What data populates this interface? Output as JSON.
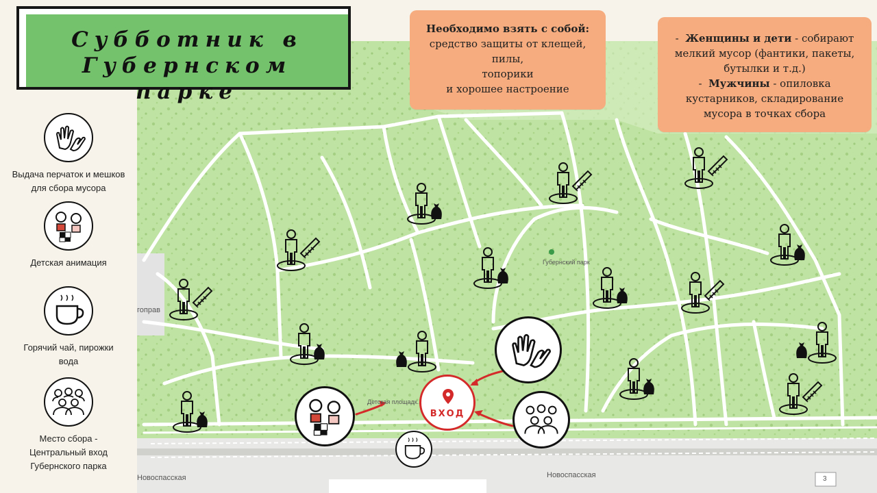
{
  "title": {
    "line1": "Субботник   в",
    "line2": "Губернском  паркe"
  },
  "note_take": {
    "heading": "Необходимо взять с собой:",
    "lines": [
      "средство защиты от клещей,",
      "пилы,",
      "топорики",
      "и хорошее настроение"
    ]
  },
  "note_roles": {
    "women_bold": "Женщины и дети",
    "women_text": " - собирают",
    "women_lines": [
      "мелкий мусор (фантики, пакеты,",
      "бутылки и т.д.)"
    ],
    "men_bold": "Мужчины",
    "men_text": " - опиловка",
    "men_lines": [
      "кустарников, складирование",
      "мусора в точках сбора"
    ]
  },
  "legend": [
    {
      "icon": "gloves-icon",
      "label": "Выдача перчаток и мешков\nдля сбора мусора"
    },
    {
      "icon": "children-icon",
      "label": "Детская анимация"
    },
    {
      "icon": "tea-cup-icon",
      "label": "Горячий чай, пирожки\nвода"
    },
    {
      "icon": "crowd-icon",
      "label": "Место сбора  -\nЦентральный вход\nГубернского парка"
    }
  ],
  "map_labels": {
    "park": "Губернский парк",
    "playground": "Детская площадк...",
    "street_left": "Новоспасская",
    "street_right": "Новоспасская",
    "edge_left": "гоправ",
    "house_number": "3"
  },
  "entrance_label": "ВХОД",
  "colors": {
    "map_green": "#bfe3a2",
    "title_green": "#74c26b",
    "note_orange": "#f6ac7e",
    "path": "#ffffff",
    "entrance_red": "#d42a2a"
  }
}
